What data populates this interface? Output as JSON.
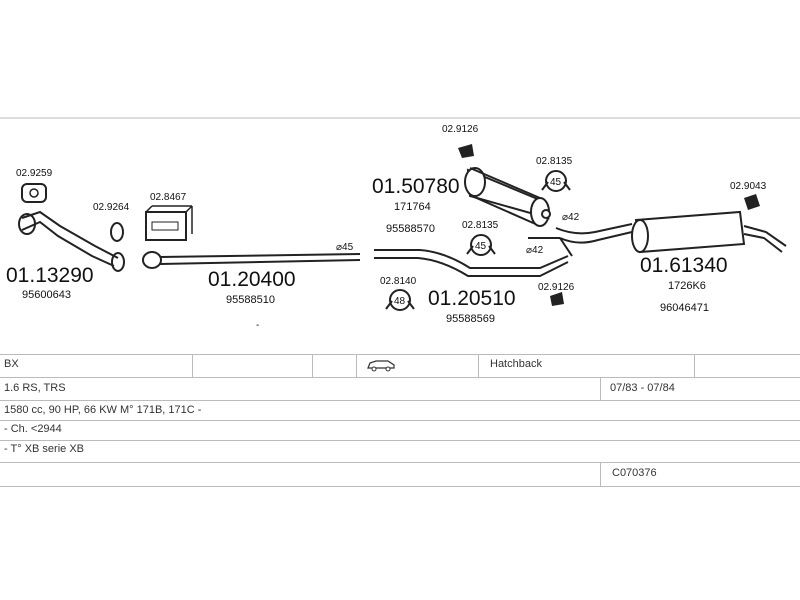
{
  "diagram": {
    "parts": [
      {
        "id": "p1",
        "number": "02.9259",
        "kind": "small"
      },
      {
        "id": "p2",
        "number": "02.9264",
        "kind": "small"
      },
      {
        "id": "p3",
        "number": "02.8467",
        "kind": "small"
      },
      {
        "id": "p4",
        "number": "01.13290",
        "kind": "big"
      },
      {
        "id": "p5",
        "number": "95600643",
        "kind": "small"
      },
      {
        "id": "p6",
        "number": "01.20400",
        "kind": "big"
      },
      {
        "id": "p7",
        "number": "95588510",
        "kind": "small"
      },
      {
        "id": "p8",
        "number": "02.9126",
        "kind": "small"
      },
      {
        "id": "p9",
        "number": "01.50780",
        "kind": "big"
      },
      {
        "id": "p10",
        "number": "171764",
        "kind": "small"
      },
      {
        "id": "p11",
        "number": "95588570",
        "kind": "small"
      },
      {
        "id": "p12",
        "number": "02.8135",
        "kind": "small"
      },
      {
        "id": "p13",
        "number": "02.8135",
        "kind": "small"
      },
      {
        "id": "p14",
        "number": "02.8140",
        "kind": "small"
      },
      {
        "id": "p15",
        "number": "01.20510",
        "kind": "big"
      },
      {
        "id": "p16",
        "number": "95588569",
        "kind": "small"
      },
      {
        "id": "p17",
        "number": "02.9126",
        "kind": "small"
      },
      {
        "id": "p18",
        "number": "02.9043",
        "kind": "small"
      },
      {
        "id": "p19",
        "number": "01.61340",
        "kind": "big"
      },
      {
        "id": "p20",
        "number": "1726K6",
        "kind": "small"
      },
      {
        "id": "p21",
        "number": "96046471",
        "kind": "small"
      }
    ],
    "diameters": {
      "d1": "⌀45",
      "d2": "⌀42",
      "d3": "⌀42"
    },
    "clamp_sizes": {
      "c1": "45",
      "c2": "45",
      "c3": "48"
    }
  },
  "table": {
    "model": "BX",
    "body": "Hatchback",
    "version": "1.6 RS, TRS",
    "dates": "07/83 - 07/84",
    "engine": "1580 cc, 90 HP, 66 KW M° 171B, 171C -",
    "note1": "- Ch. <2944",
    "note2": "- T° XB serie XB",
    "code": "C070376"
  }
}
